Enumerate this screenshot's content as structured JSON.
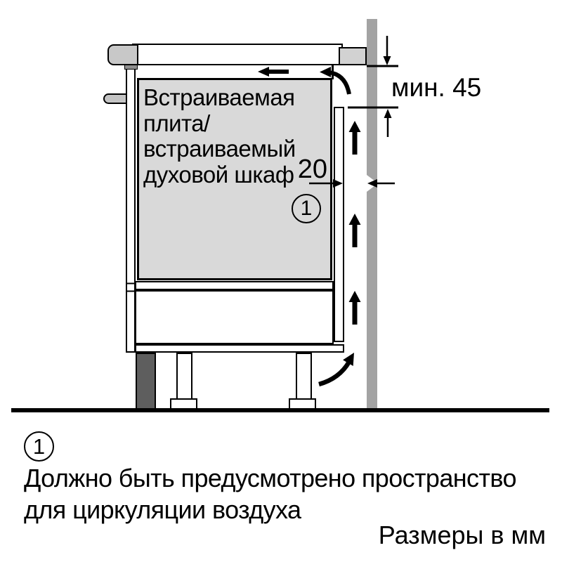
{
  "diagram": {
    "appliance_label_lines": [
      "Встраиваемая",
      "плита/",
      "встраиваемый",
      "духовой шкаф"
    ],
    "min_clearance_label": "мин. 45",
    "gap_label": "20",
    "callout_number": "1"
  },
  "legend": {
    "callout_number": "1",
    "note_line_1": "Должно быть предусмотрено пространство",
    "note_line_2": "для циркуляции воздуха",
    "units_label": "Размеры в мм"
  },
  "colors": {
    "wall": "#a3a3a3",
    "appliance_fill": "#d9d9d9",
    "worktop_trim": "#c8c8c8",
    "worktop_end_block": "#d2d2d2",
    "handle": "#c4c4c4",
    "connector": "#8f8f8f",
    "plinth_dark": "#5e5e5e",
    "line": "#000000",
    "background": "#ffffff"
  }
}
